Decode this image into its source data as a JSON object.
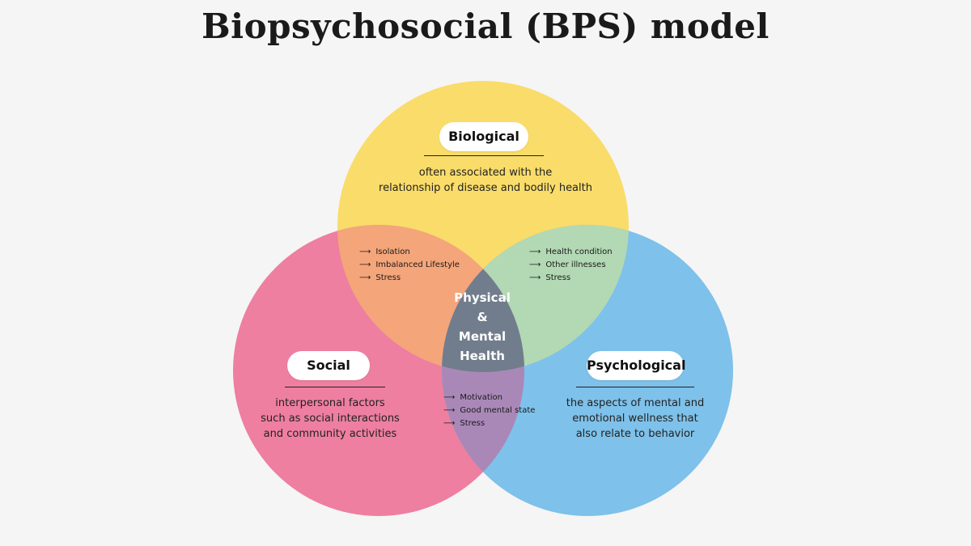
{
  "title": "Biopsychosocial (BPS) model",
  "colors": {
    "biological": "#f9dc6a",
    "social": "#ee7fa0",
    "psychological": "#7ec1ea",
    "bio_social_overlap": "#f4a57a",
    "bio_psych_overlap": "#b2d8b4",
    "social_psych_overlap": "#a988b8",
    "center": "#717d8c",
    "background": "#f5f5f5"
  },
  "biological": {
    "label": "Biological",
    "description": [
      "often associated with the",
      "relationship of disease and bodily health"
    ]
  },
  "social": {
    "label": "Social",
    "description": [
      "interpersonal factors",
      "such as social interactions",
      "and community activities"
    ]
  },
  "psychological": {
    "label": "Psychological",
    "description": [
      "the aspects of mental and",
      "emotional wellness that",
      "also relate to behavior"
    ]
  },
  "overlaps": {
    "bio_social": [
      "Isolation",
      "Imbalanced Lifestyle",
      "Stress"
    ],
    "bio_psych": [
      "Health condition",
      "Other illnesses",
      "Stress"
    ],
    "social_psych": [
      "Motivation",
      "Good mental state",
      "Stress"
    ]
  },
  "center": {
    "lines": [
      "Physical",
      "&",
      "Mental",
      "Health"
    ]
  },
  "arrow_glyph": "⟶"
}
